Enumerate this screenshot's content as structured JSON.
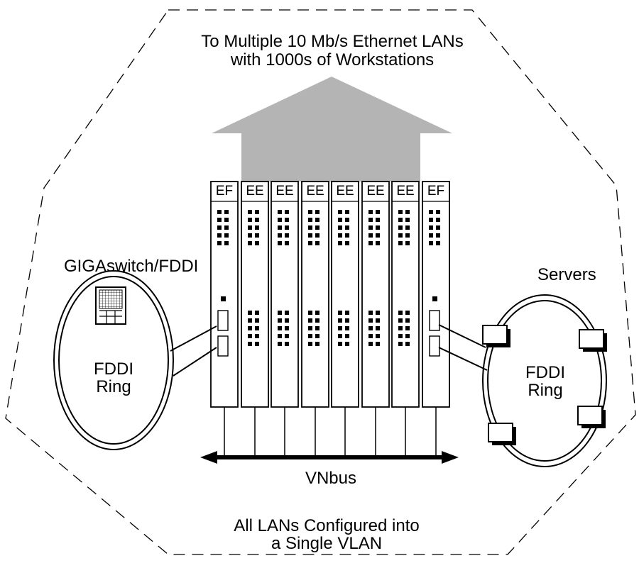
{
  "title": {
    "line1": "To Multiple 10 Mb/s Ethernet LANs",
    "line2": "with 1000s of Workstations"
  },
  "gigaswitch_label": "GIGAswitch/FDDI",
  "servers_label": "Servers",
  "left_ring": {
    "line1": "FDDI",
    "line2": "Ring"
  },
  "right_ring": {
    "line1": "FDDI",
    "line2": "Ring"
  },
  "modules": [
    "EF",
    "EE",
    "EE",
    "EE",
    "EE",
    "EE",
    "EE",
    "EF"
  ],
  "bus_label": "VNbus",
  "footer": {
    "line1": "All LANs Configured into",
    "line2": "a Single VLAN"
  }
}
